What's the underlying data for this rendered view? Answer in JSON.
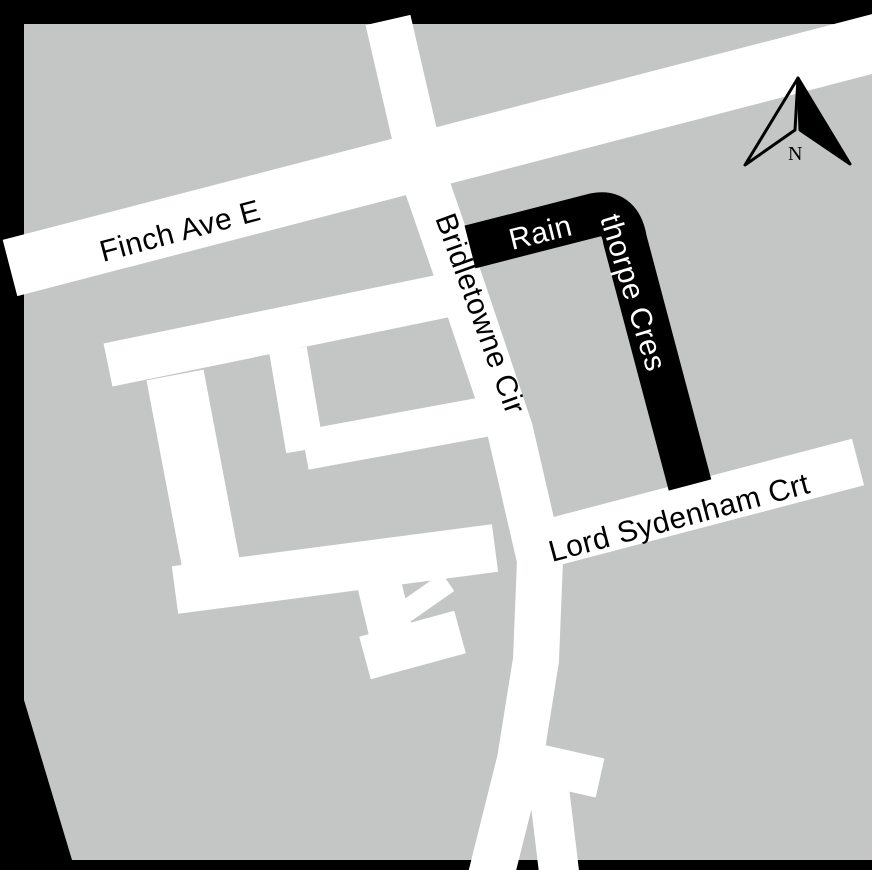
{
  "map": {
    "colors": {
      "frame": "#000000",
      "land": "#c4c6c5",
      "road": "#ffffff",
      "highlight_road": "#000000",
      "label": "#000000",
      "highlight_label": "#ffffff"
    },
    "streets": {
      "finch": "Finch Ave E",
      "bridletowne": "Bridletowne Cir",
      "lord_sydenham": "Lord Sydenham Crt",
      "rainthorpe_part1": "Rain",
      "rainthorpe_part2": "thorpe Cres"
    },
    "compass": {
      "label": "N",
      "icon": "north-arrow-icon"
    }
  }
}
